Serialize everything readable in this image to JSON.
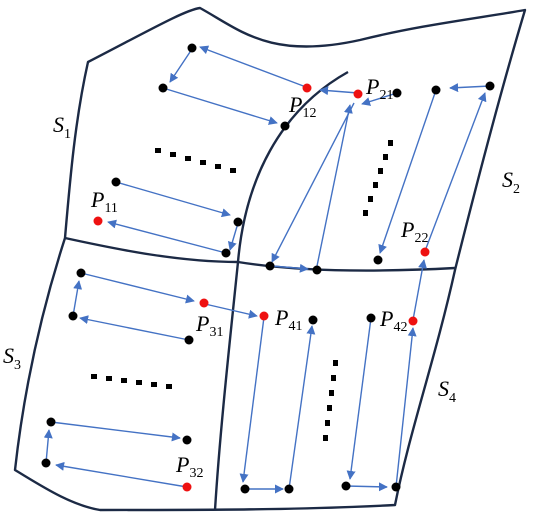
{
  "surfaces": [
    {
      "letter": "S",
      "sub": "1"
    },
    {
      "letter": "S",
      "sub": "2"
    },
    {
      "letter": "S",
      "sub": "3"
    },
    {
      "letter": "S",
      "sub": "4"
    }
  ],
  "points": [
    {
      "letter": "P",
      "sub": "11"
    },
    {
      "letter": "P",
      "sub": "12"
    },
    {
      "letter": "P",
      "sub": "21"
    },
    {
      "letter": "P",
      "sub": "22"
    },
    {
      "letter": "P",
      "sub": "31"
    },
    {
      "letter": "P",
      "sub": "32"
    },
    {
      "letter": "P",
      "sub": "41"
    },
    {
      "letter": "P",
      "sub": "42"
    }
  ],
  "colors": {
    "boundary": "#1c2a45",
    "path": "#4472c4",
    "path_point": "#000000",
    "start_end_point": "#ee1111"
  }
}
